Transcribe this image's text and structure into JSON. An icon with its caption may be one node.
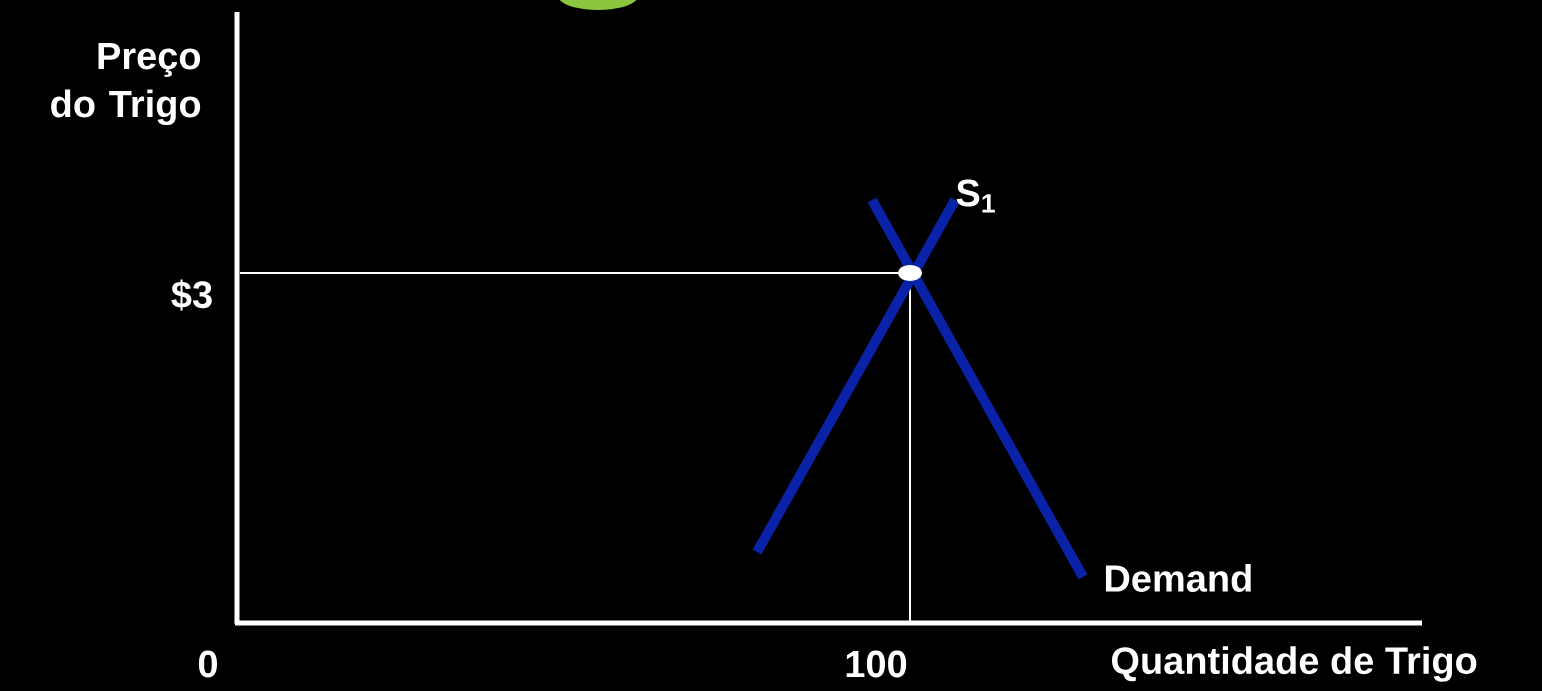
{
  "diagram": {
    "labels": [
      "Preço do Trigo",
      "$3",
      "S$_{1}$",
      "Demand",
      "0",
      "100",
      "Quantidade de Trigo"
    ]
  }
}
